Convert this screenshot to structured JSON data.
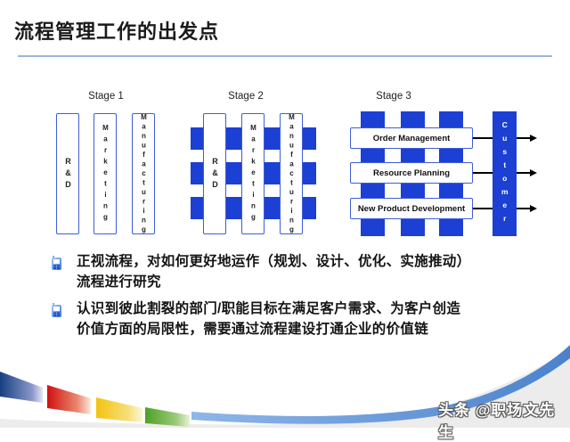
{
  "title": "流程管理工作的出发点",
  "stages": {
    "stage1": {
      "label": "Stage 1",
      "bars": [
        "R&D",
        "Marketing",
        "Manufacturing"
      ]
    },
    "stage2": {
      "label": "Stage 2",
      "bars": [
        "R&D",
        "Marketing",
        "Manufacturing"
      ]
    },
    "stage3": {
      "label": "Stage 3",
      "processes": [
        "Order Management",
        "Resource Planning",
        "New Product Development"
      ],
      "customer": "Customer"
    }
  },
  "bullets": [
    {
      "lines": [
        "正视流程，对如何更好地运作（规划、设计、优化、实施推动）",
        "流程进行研究"
      ]
    },
    {
      "lines": [
        "认识到彼此割裂的部门/职能目标在满足客户需求、为客户创造",
        "价值方面的局限性，需要通过流程建设打通企业的价值链"
      ]
    }
  ],
  "watermark": "头条 @职场文先生",
  "colors": {
    "primary_blue": "#1c3fd4",
    "bar_border": "#3f5ed6",
    "underline_blue": "#9cb6d8",
    "swoosh_blue": "#5e93d6",
    "accent_navy": "#17407e",
    "accent_red": "#d01010",
    "accent_yellow": "#f2c212",
    "accent_green": "#4ea025",
    "footer_gray": "#ececec"
  }
}
